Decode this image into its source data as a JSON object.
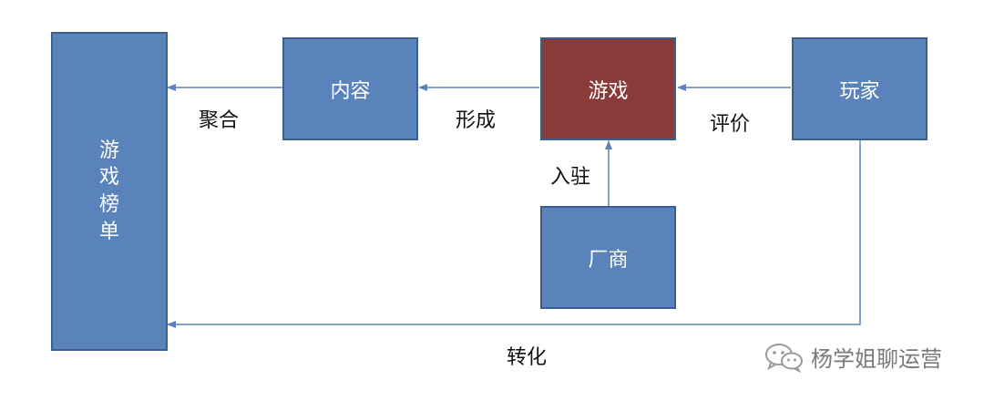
{
  "nodes": {
    "leaderboard": {
      "chars": [
        "游",
        "戏",
        "榜",
        "单"
      ]
    },
    "content": {
      "label": "内容"
    },
    "game": {
      "label": "游戏"
    },
    "player": {
      "label": "玩家"
    },
    "vendor": {
      "label": "厂商"
    }
  },
  "edges": {
    "aggregate": {
      "label": "聚合"
    },
    "form": {
      "label": "形成"
    },
    "review": {
      "label": "评价"
    },
    "settle": {
      "label": "入驻"
    },
    "convert": {
      "label": "转化"
    }
  },
  "watermark": {
    "text": "杨学姐聊运营",
    "icon": "wechat-icon"
  },
  "colors": {
    "node_fill": "#5b83bb",
    "node_border": "#3a5f91",
    "highlight_fill": "#8b3a3a",
    "edge": "#5b83bb",
    "watermark": "#7a7a7a"
  }
}
